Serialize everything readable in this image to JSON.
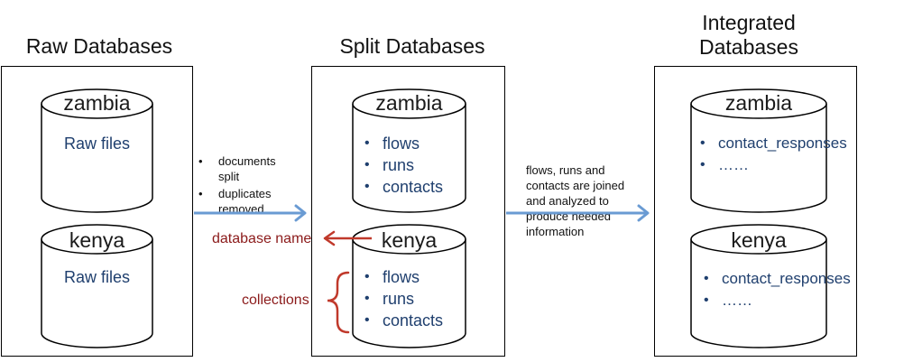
{
  "columns": {
    "raw": {
      "title": "Raw Databases",
      "zambia": {
        "name": "zambia",
        "text": "Raw files"
      },
      "kenya": {
        "name": "kenya",
        "text": "Raw files"
      }
    },
    "split": {
      "title": "Split Databases",
      "zambia": {
        "name": "zambia",
        "items": [
          "flows",
          "runs",
          "contacts"
        ]
      },
      "kenya": {
        "name": "kenya",
        "items": [
          "flows",
          "runs",
          "contacts"
        ]
      }
    },
    "integrated": {
      "title_line1": "Integrated",
      "title_line2": "Databases",
      "zambia": {
        "name": "zambia",
        "items": [
          "contact_responses",
          "……"
        ]
      },
      "kenya": {
        "name": "kenya",
        "items": [
          "contact_responses",
          "……"
        ]
      }
    }
  },
  "arrow1_notes": [
    "documents split",
    "duplicates removed"
  ],
  "arrow2_note": "flows, runs and contacts are joined and analyzed to produce needed information",
  "annotations": {
    "database_name": "database name",
    "collections": "collections"
  },
  "colors": {
    "arrow": "#6a9bd3",
    "annotation": "#c0392b",
    "text_blue": "#1f3f6e"
  }
}
